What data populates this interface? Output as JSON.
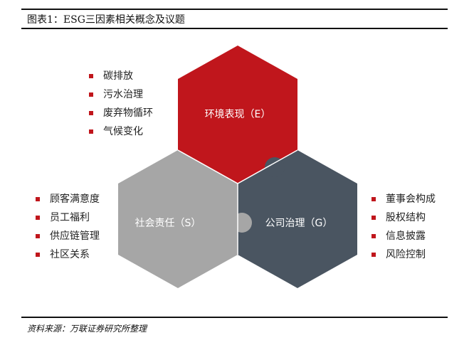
{
  "header": {
    "title": "图表1：ESG三因素相关概念及议题"
  },
  "diagram": {
    "environment": {
      "label": "环境表现（E）",
      "color": "#c0161c",
      "items": [
        "碳排放",
        "污水治理",
        "废弃物循环",
        "气候变化"
      ]
    },
    "social": {
      "label": "社会责任（S）",
      "color": "#a6a6a6",
      "items": [
        "顾客满意度",
        "员工福利",
        "供应链管理",
        "社区关系"
      ]
    },
    "governance": {
      "label": "公司治理（G）",
      "color": "#4a5561",
      "items": [
        "董事会构成",
        "股权结构",
        "信息披露",
        "风险控制"
      ]
    },
    "bullet_color": "#c0161c"
  },
  "footer": {
    "source": "资料来源：万联证券研究所整理"
  }
}
